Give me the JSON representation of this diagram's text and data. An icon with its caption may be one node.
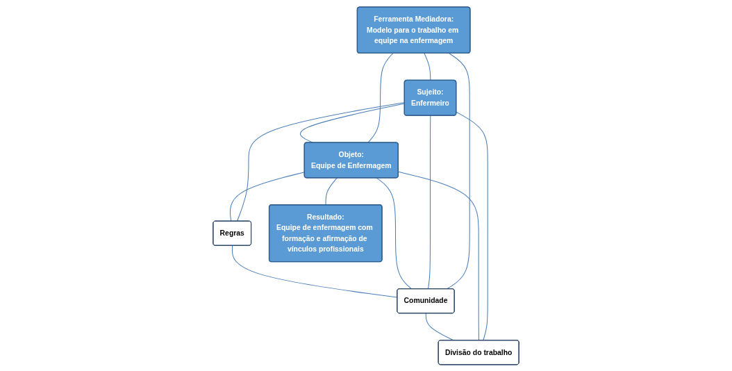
{
  "diagram": {
    "nodes": [
      {
        "text": [
          "Ferramenta Mediadora:",
          "Modelo para o trabalho em equipe na enfermagem"
        ]
      },
      {
        "text": [
          "Sujeito:",
          "Enfermeiro"
        ]
      },
      {
        "text": [
          "Objeto:",
          "Equipe de Enfermagem"
        ]
      },
      {
        "text": [
          "Resultado:",
          "Equipe de enfermagem com formação e afirmação de vínculos profissionais"
        ]
      },
      {
        "text": [
          "Regras"
        ]
      },
      {
        "text": [
          "Comunidade"
        ]
      },
      {
        "text": [
          "Divisão do trabalho"
        ]
      }
    ],
    "edges": [
      {
        "from": 0,
        "to": 1,
        "arrow": "none"
      },
      {
        "from": 0,
        "to": 2,
        "arrow": "none"
      },
      {
        "from": 0,
        "to": 5,
        "arrow": "none"
      },
      {
        "from": 1,
        "to": 2,
        "arrow": "none"
      },
      {
        "from": 2,
        "to": 3,
        "arrow": "none"
      },
      {
        "from": 1,
        "to": 4,
        "arrow": "none"
      },
      {
        "from": 1,
        "to": 5,
        "arrow": "none"
      },
      {
        "from": 1,
        "to": 6,
        "arrow": "none"
      },
      {
        "from": 2,
        "to": 4,
        "arrow": "none"
      },
      {
        "from": 2,
        "to": 5,
        "arrow": "none"
      },
      {
        "from": 2,
        "to": 6,
        "arrow": "none"
      },
      {
        "from": 4,
        "to": 5,
        "arrow": "none"
      },
      {
        "from": 5,
        "to": 6,
        "arrow": "none"
      }
    ]
  }
}
